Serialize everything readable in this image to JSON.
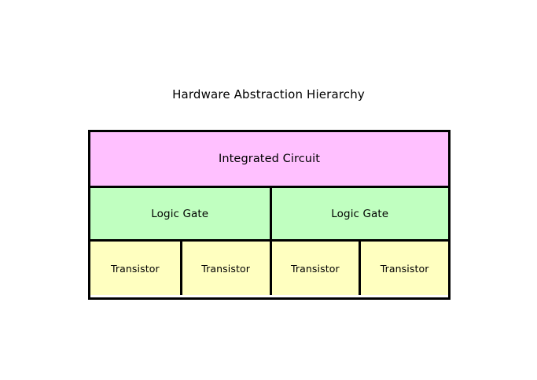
{
  "figure": {
    "title": "Hardware Abstraction Hierarchy",
    "background_color": "#ffffff",
    "border_color": "#000000",
    "text_color": "#000000"
  },
  "diagram": {
    "type": "nested-hierarchy-table",
    "levels": [
      {
        "name": "integrated-circuit",
        "fill_color": "#ffc0ff",
        "cells": [
          {
            "label": "Integrated Circuit"
          }
        ]
      },
      {
        "name": "logic-gate",
        "fill_color": "#c0ffc0",
        "cells": [
          {
            "label": "Logic Gate"
          },
          {
            "label": "Logic Gate"
          }
        ]
      },
      {
        "name": "transistor",
        "fill_color": "#ffffc0",
        "cells": [
          {
            "label": "Transistor"
          },
          {
            "label": "Transistor"
          },
          {
            "label": "Transistor"
          },
          {
            "label": "Transistor"
          }
        ]
      }
    ]
  }
}
